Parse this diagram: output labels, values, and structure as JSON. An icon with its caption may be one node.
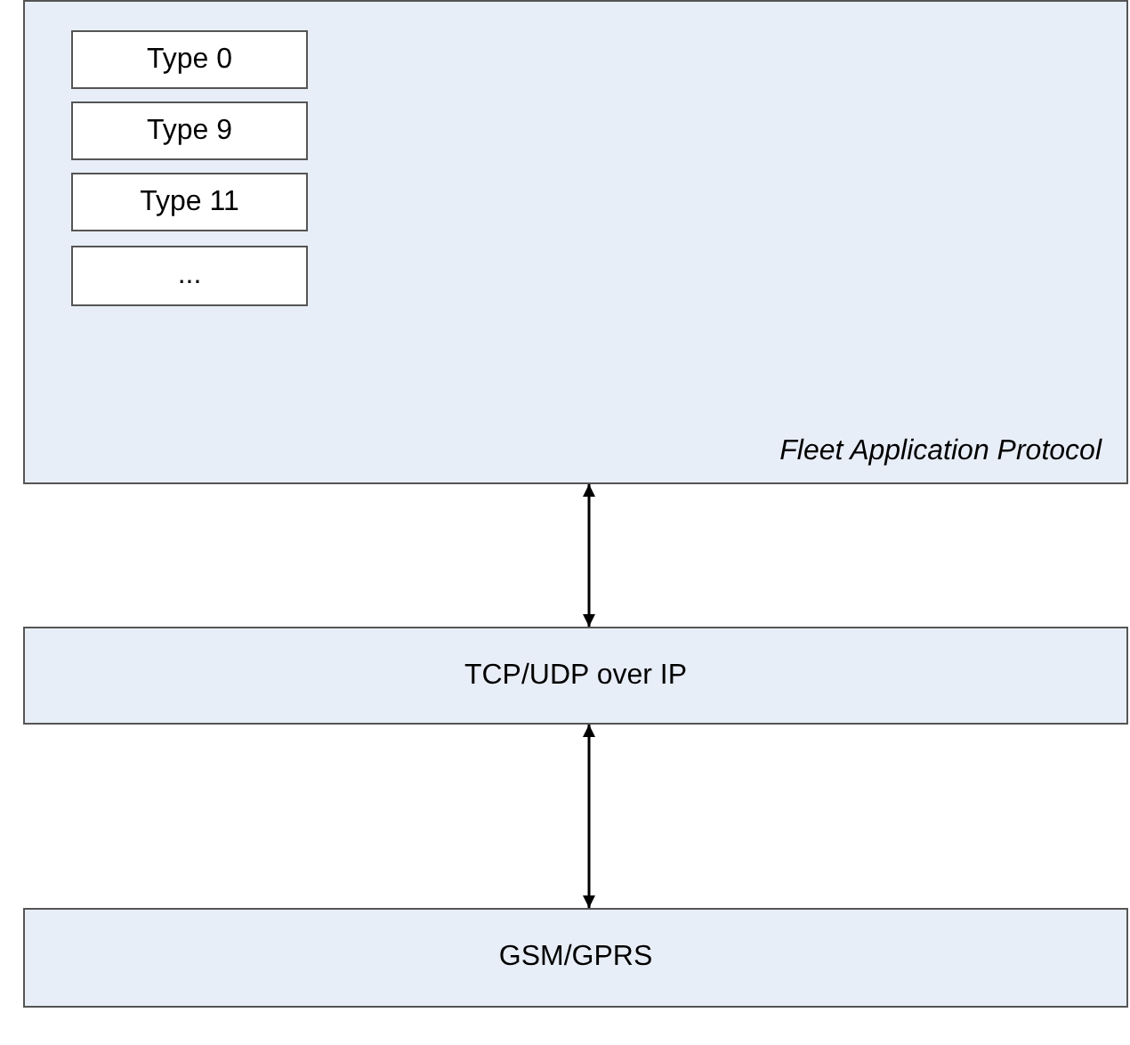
{
  "diagram": {
    "nodes": [
      {
        "text": [
          "Fleet Application Protocol"
        ]
      },
      {
        "text": [
          "Type 0"
        ],
        "in": 0
      },
      {
        "text": [
          "Type 9"
        ],
        "in": 0
      },
      {
        "text": [
          "Type 11"
        ],
        "in": 0
      },
      {
        "text": [
          "..."
        ],
        "in": 0
      },
      {
        "text": [
          "TCP/UDP over IP"
        ]
      },
      {
        "text": [
          "GSM/GPRS"
        ]
      }
    ],
    "edges": [
      {
        "from": 0,
        "to": 5,
        "arrow": "both"
      },
      {
        "from": 5,
        "to": 6,
        "arrow": "both"
      }
    ]
  }
}
